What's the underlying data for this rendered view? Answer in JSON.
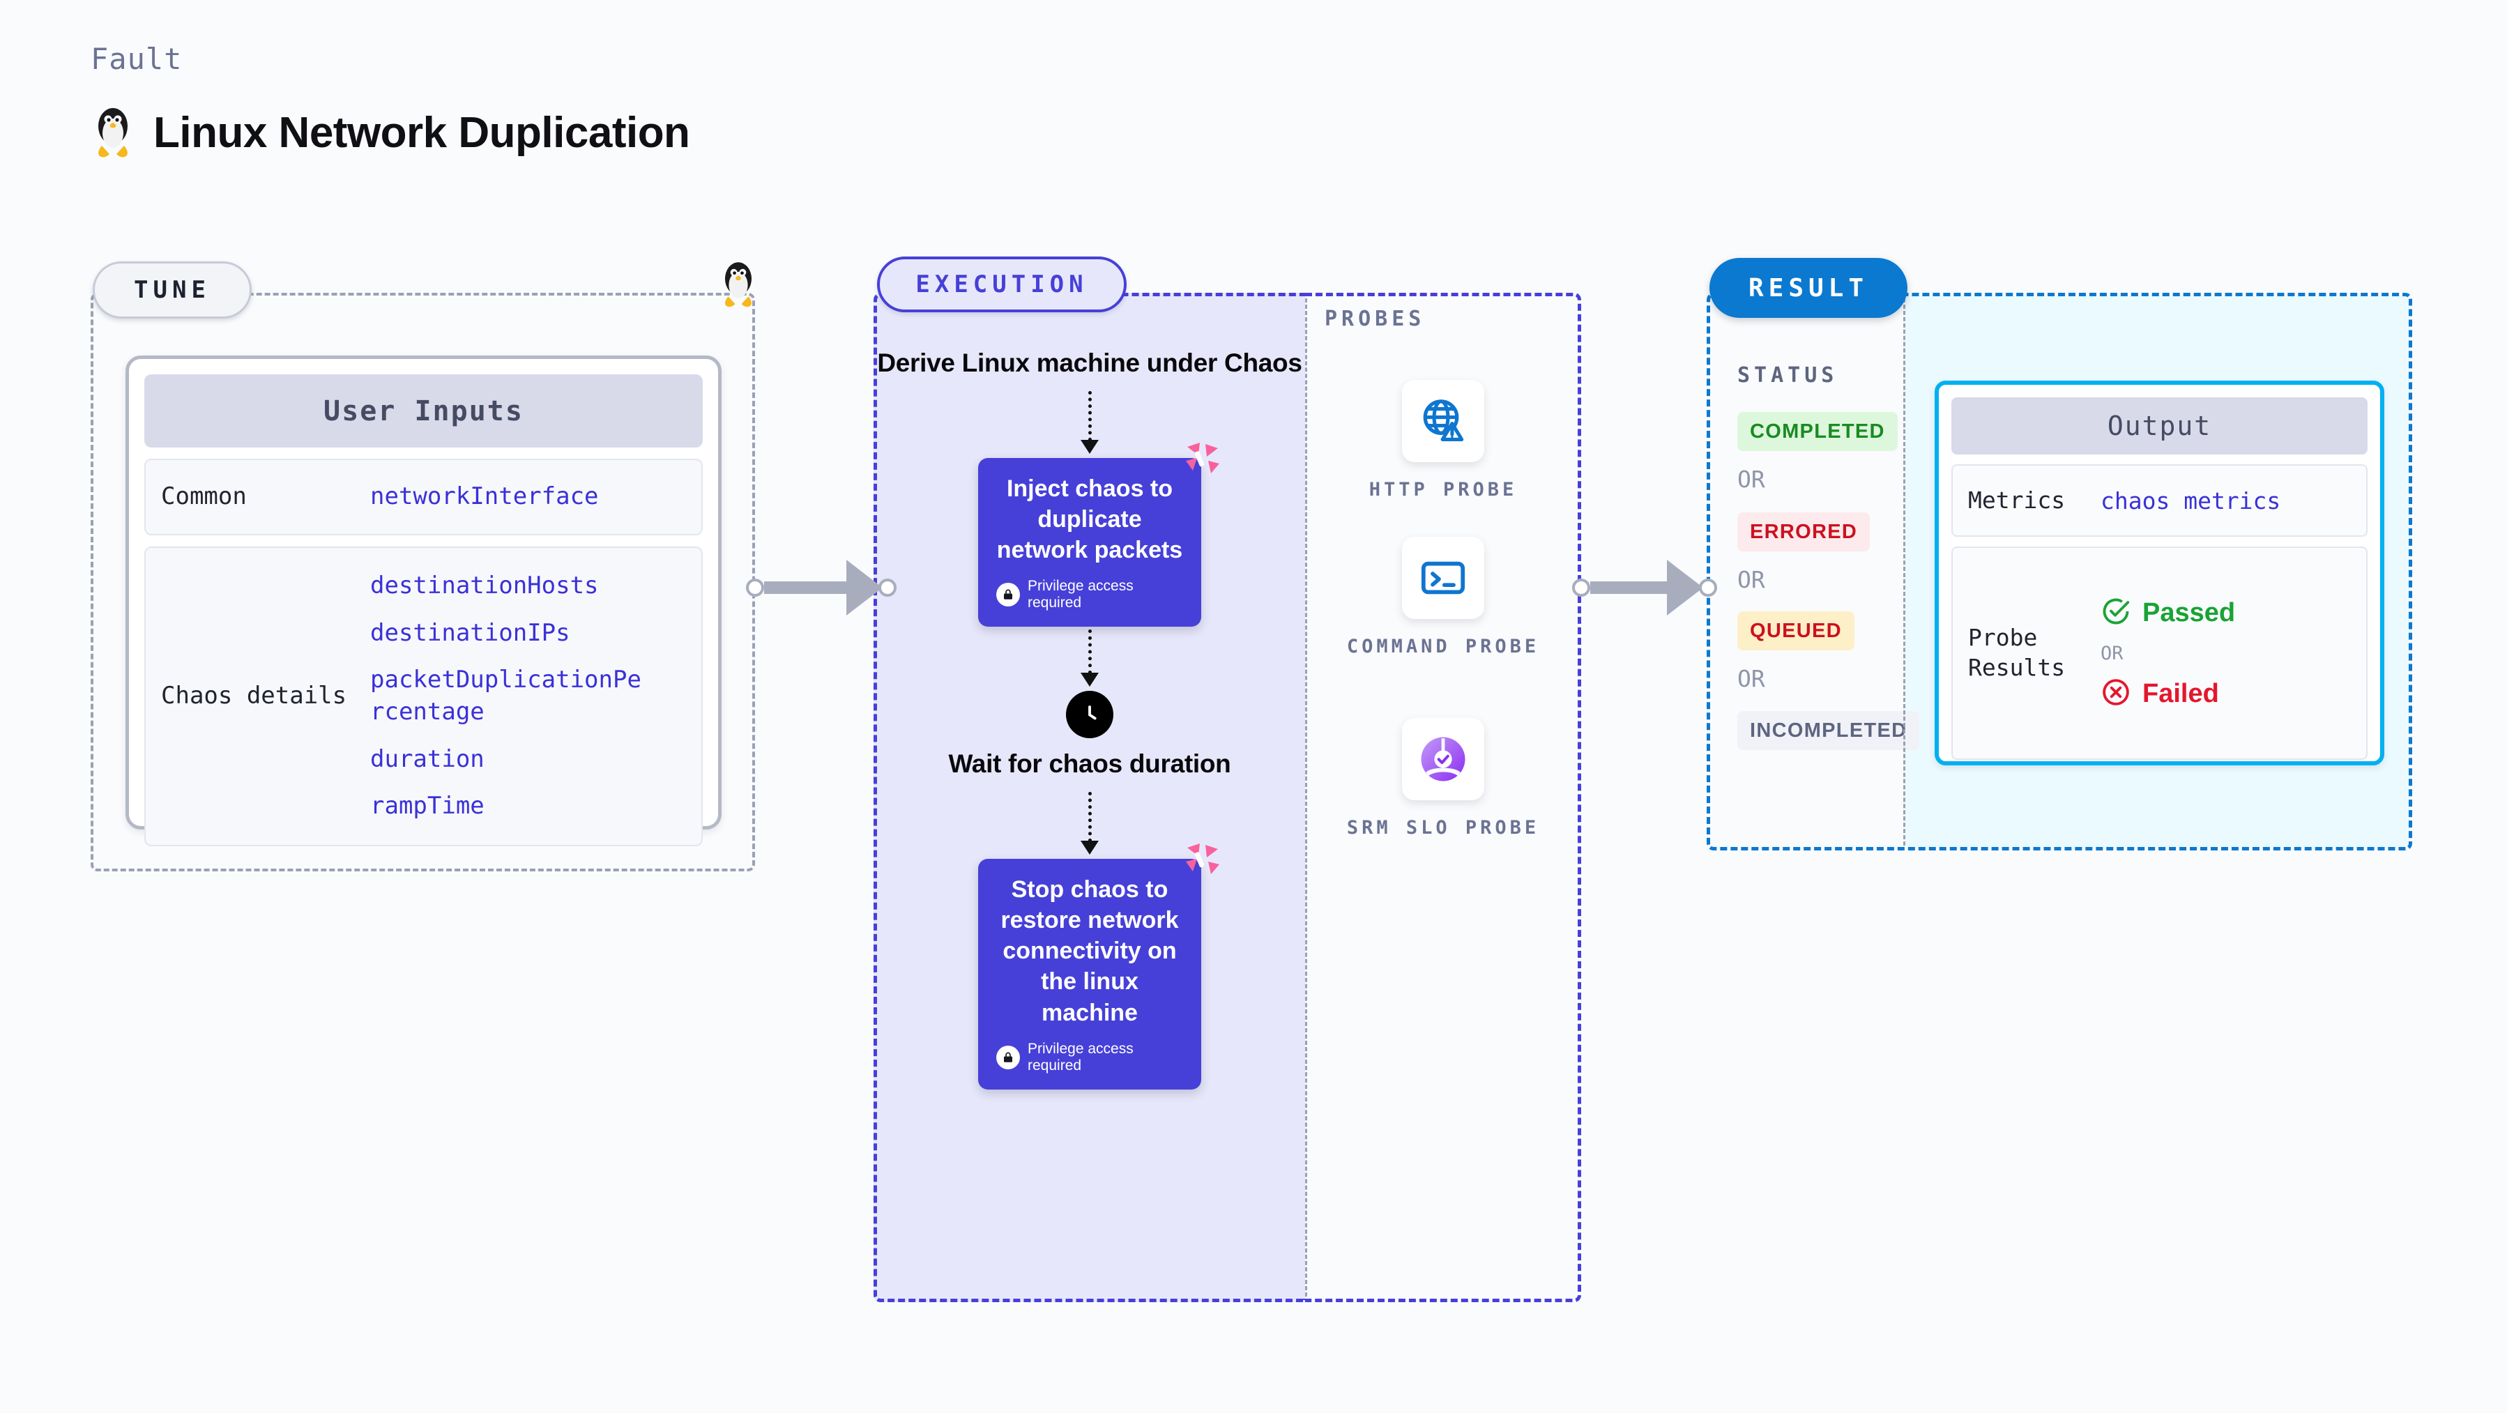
{
  "header": {
    "eyebrow": "Fault",
    "title": "Linux Network Duplication",
    "icon": "linux-tux-icon"
  },
  "tune": {
    "pill_label": "TUNE",
    "card_title": "User Inputs",
    "rows": [
      {
        "key": "Common",
        "values": [
          "networkInterface"
        ]
      },
      {
        "key": "Chaos details",
        "values": [
          "destinationHosts",
          "destinationIPs",
          "packetDuplicationPercentage",
          "duration",
          "rampTime"
        ]
      }
    ]
  },
  "execution": {
    "pill_label": "EXECUTION",
    "steps": [
      {
        "type": "text",
        "label": "Derive Linux machine under Chaos"
      },
      {
        "type": "card",
        "label": "Inject chaos to duplicate network packets",
        "note": "Privilege access required",
        "badge": "harness-logo-icon"
      },
      {
        "type": "text",
        "icon": "clock-icon",
        "label": "Wait for chaos duration"
      },
      {
        "type": "card",
        "label": "Stop chaos to restore network connectivity on the linux machine",
        "note": "Privilege access required",
        "badge": "harness-logo-icon"
      }
    ]
  },
  "probes": {
    "label": "PROBES",
    "items": [
      {
        "label": "HTTP PROBE",
        "icon": "globe-warning-icon"
      },
      {
        "label": "COMMAND PROBE",
        "icon": "terminal-icon"
      },
      {
        "label": "SRM SLO PROBE",
        "icon": "slo-check-icon"
      }
    ]
  },
  "result": {
    "pill_label": "RESULT",
    "status_label": "STATUS",
    "or_label": "OR",
    "statuses": [
      {
        "label": "COMPLETED",
        "color": "#198b21",
        "bg": "#ddf7dd"
      },
      {
        "label": "ERRORED",
        "color": "#cc1020",
        "bg": "#fdeaec"
      },
      {
        "label": "QUEUED",
        "color": "#cc1020",
        "bg": "#fdefc8"
      },
      {
        "label": "INCOMPLETED",
        "color": "#5d657f",
        "bg": "#f1f2f8"
      }
    ]
  },
  "output": {
    "card_title": "Output",
    "metrics_key": "Metrics",
    "metrics_value": "chaos metrics",
    "probe_key": "Probe Results",
    "passed_label": "Passed",
    "failed_label": "Failed",
    "or_label": "OR"
  },
  "colors": {
    "execution_purple": "#4640d8",
    "result_blue": "#0b79d0",
    "output_cyan": "#00b0f0",
    "link_blue": "#3a31d8",
    "badge_pink": "#f8629c"
  }
}
